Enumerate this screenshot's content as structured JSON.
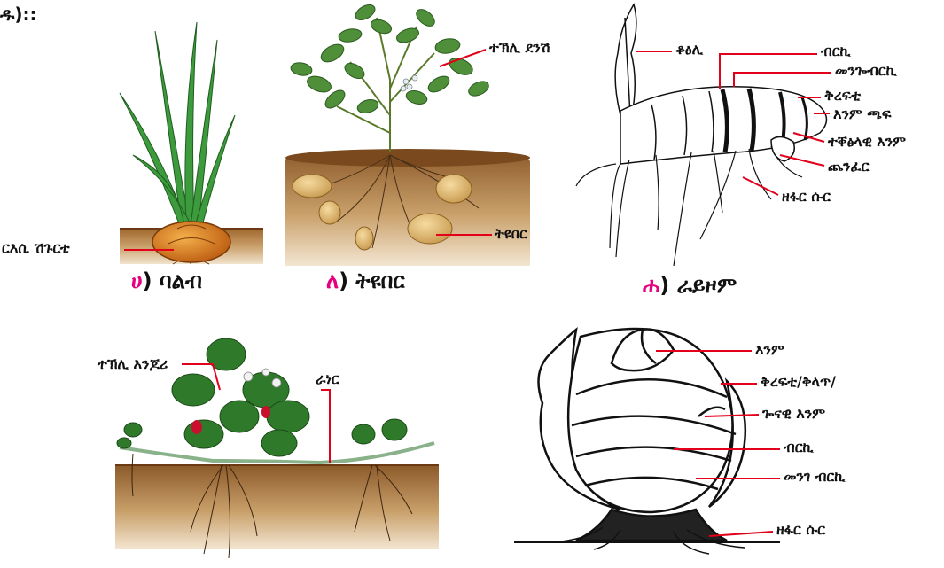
{
  "header_fragment": "ዱ)::",
  "figures": [
    {
      "letter": "ሀ",
      "name": "ባልብ",
      "labels": [
        "ርእሲ ሽጉርቲ"
      ]
    },
    {
      "letter": "ለ",
      "name": "ትዩበር",
      "labels": [
        "ተኽሊ ደንሽ",
        "ትዩበር"
      ]
    },
    {
      "letter": "ሐ",
      "name": "ራይዞም",
      "labels": [
        "ቆፅሊ",
        "ብርኪ",
        "መንጐብርኪ",
        "ቅረፍቲ",
        "እንም ጫፍ",
        "ተቐፅላዊ እንም",
        "ጨንፈር",
        "ዘፋር ሱር"
      ]
    },
    {
      "name": "",
      "labels": [
        "ተኽሊ እንጆሪ",
        "ራነር"
      ]
    },
    {
      "name": "",
      "labels": [
        "እንም",
        "ቅረፍቲ/ቅላጥ/",
        "ጐናዊ እንም",
        "ብርኪ",
        "መንገ ብርኪ",
        "ዘፋር ሱር"
      ]
    }
  ]
}
